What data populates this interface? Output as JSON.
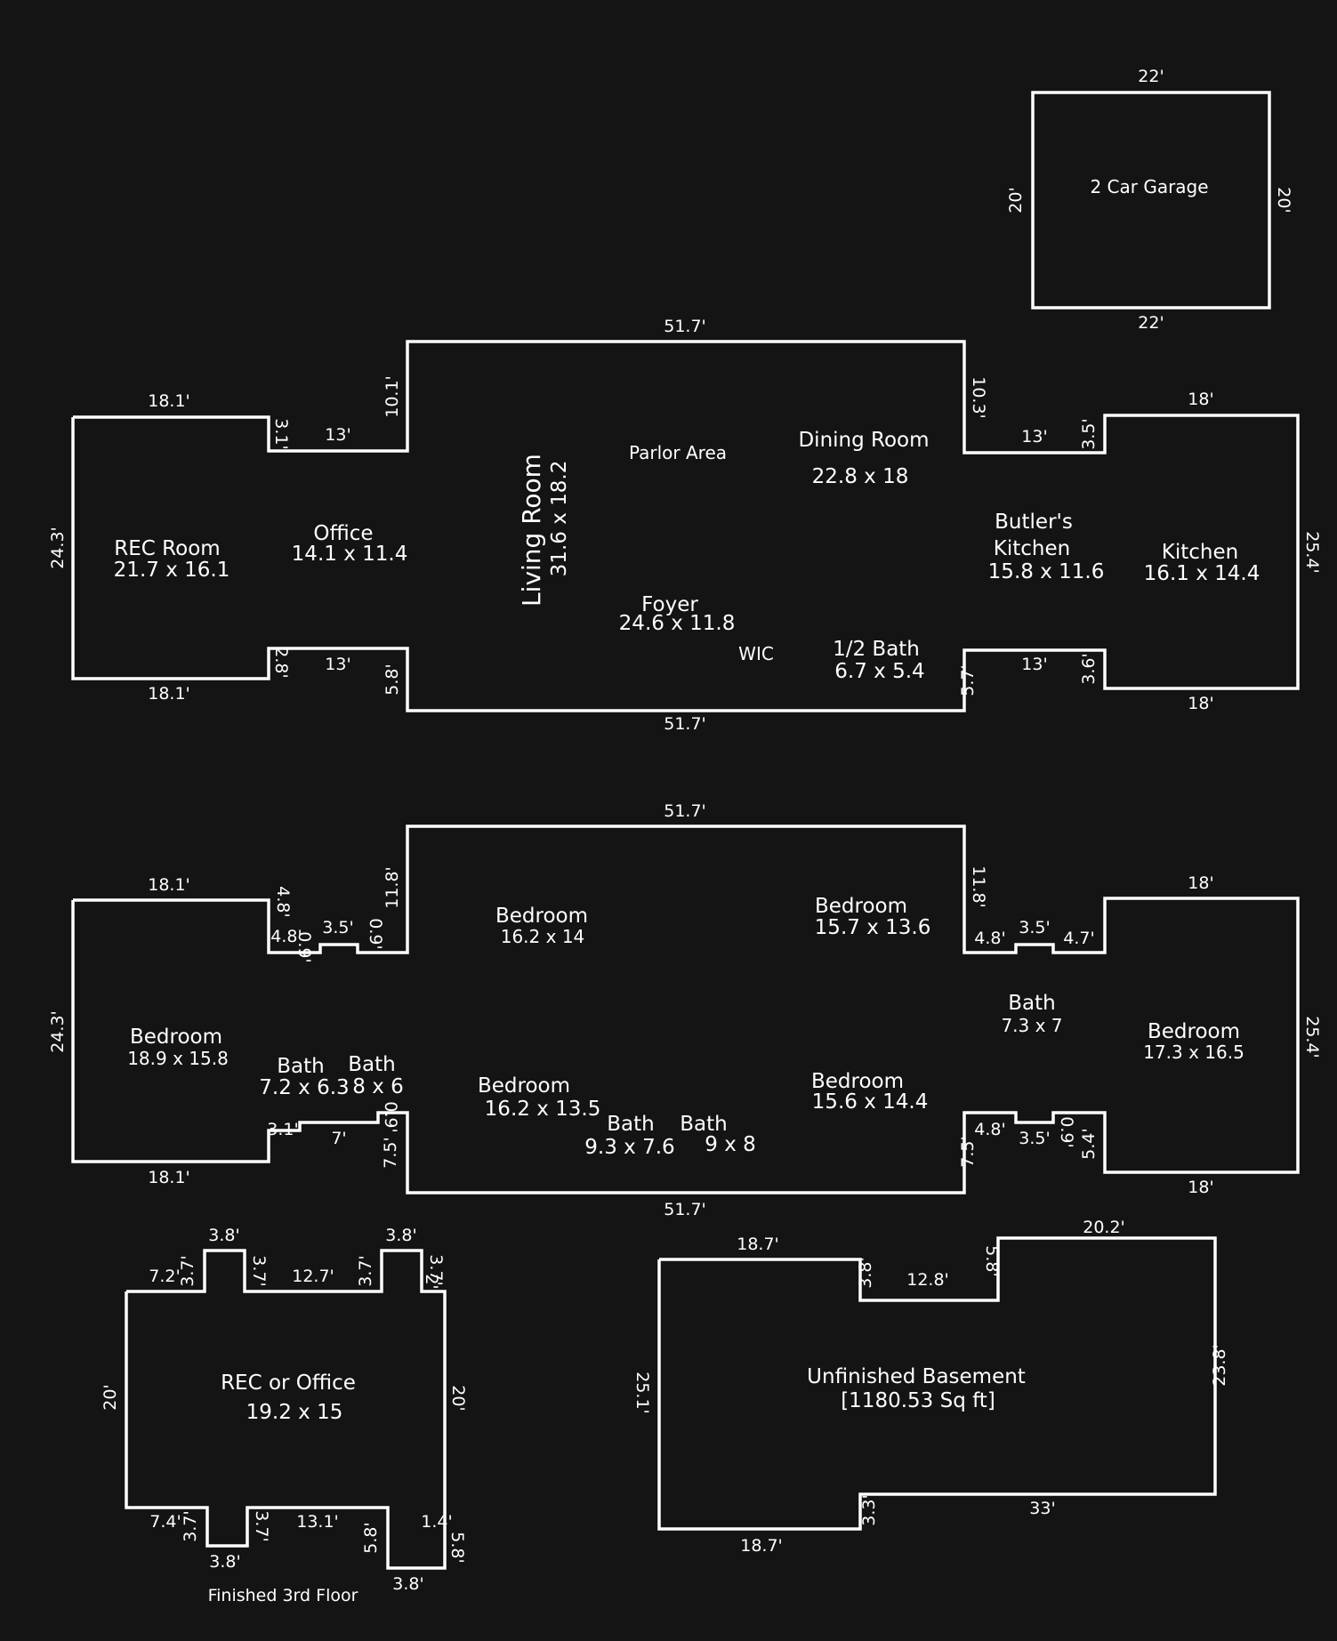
{
  "garage": {
    "name": "2 Car Garage",
    "dims": {
      "top": "22'",
      "bottom": "22'",
      "left": "20'",
      "right": "20'"
    }
  },
  "main_floor": {
    "rooms": {
      "rec": {
        "name": "REC Room",
        "size": "21.7 x 16.1"
      },
      "office": {
        "name": "Office",
        "size": "14.1 x 11.4"
      },
      "living": {
        "name": "Living Room",
        "size": "31.6 x 18.2"
      },
      "parlor": {
        "name": "Parlor Area"
      },
      "dining": {
        "name": "Dining Room",
        "size": "22.8 x 18"
      },
      "butler": {
        "name_line1": "Butler's",
        "name_line2": "Kitchen",
        "size": "15.8 x 11.6"
      },
      "kitchen": {
        "name": "Kitchen",
        "size": "16.1 x 14.4"
      },
      "foyer": {
        "name": "Foyer",
        "size": "24.6 x 11.8"
      },
      "wic": {
        "name": "WIC"
      },
      "half_bath": {
        "name": "1/2 Bath",
        "size": "6.7 x 5.4"
      }
    },
    "dims": {
      "top": "51.7'",
      "bottom": "51.7'",
      "left_top": "18.1'",
      "left_bottom": "18.1'",
      "left_side": "24.3'",
      "step_tl": "3.1'",
      "step_bl": "2.8'",
      "off_top": "13'",
      "off_bottom": "13'",
      "jog_tl": "10.1'",
      "jog_bl": "5.8'",
      "jog_tr": "10.3'",
      "jog_br": "5.7'",
      "bk_top": "13'",
      "bk_bottom": "13'",
      "step_tr": "3.5'",
      "step_br": "3.6'",
      "right_top": "18'",
      "right_bottom": "18'",
      "right_side": "25.4'"
    }
  },
  "second_floor": {
    "rooms": {
      "bed_left": {
        "name": "Bedroom",
        "size": "18.9 x 15.8"
      },
      "bath_a": {
        "name": "Bath",
        "size": "7.2 x 6.3"
      },
      "bath_b": {
        "name": "Bath",
        "size": "8 x 6"
      },
      "bed_tc": {
        "name": "Bedroom",
        "size": "16.2 x 14"
      },
      "bed_bc": {
        "name": "Bedroom",
        "size": "16.2 x 13.5"
      },
      "bath_c": {
        "name": "Bath",
        "size": "9.3 x 7.6"
      },
      "bath_d": {
        "name": "Bath",
        "size": "9 x 8"
      },
      "bed_tr": {
        "name": "Bedroom",
        "size": "15.7 x 13.6"
      },
      "bed_br": {
        "name": "Bedroom",
        "size": "15.6 x 14.4"
      },
      "bath_e": {
        "name": "Bath",
        "size": "7.3 x 7"
      },
      "bed_right": {
        "name": "Bedroom",
        "size": "17.3 x 16.5"
      }
    },
    "dims": {
      "top": "51.7'",
      "bottom": "51.7'",
      "left_top": "18.1'",
      "left_bottom": "18.1'",
      "left_side": "24.3'",
      "tl_a": "4.8'",
      "tl_b": "4.8'",
      "tl_c": "0.9'",
      "tl_d": "3.5'",
      "tl_e": "0.9'",
      "tl_f": "11.8'",
      "bl_a": "3.1'",
      "bl_b": "7'",
      "bl_c": "0.9'",
      "bl_d": "7.5'",
      "tr_a": "11.8'",
      "tr_b": "4.8'",
      "tr_c": "3.5'",
      "tr_d": "4.7'",
      "br_a": "4.8'",
      "br_b": "7.5'",
      "br_c": "3.5'",
      "br_d": "0.9'",
      "br_e": "5.4'",
      "right_top": "18'",
      "right_bottom": "18'",
      "right_side": "25.4'"
    }
  },
  "third_floor": {
    "caption": "Finished 3rd Floor",
    "room": {
      "name": "REC or Office",
      "size": "19.2 x 15"
    },
    "dims": {
      "left": "20'",
      "right": "20'",
      "t1": "7.2'",
      "t2": "3.7'",
      "t3": "3.8'",
      "t4": "3.7'",
      "t5": "12.7'",
      "t6": "3.7'",
      "t7": "3.8'",
      "t8": "3.7'",
      "t9": "2'",
      "b1": "7.4'",
      "b2": "3.7'",
      "b3": "3.8'",
      "b4": "3.7'",
      "b5": "13.1'",
      "b6": "5.8'",
      "b7": "3.8'",
      "b8": "1.4'",
      "b9": "5.8'"
    }
  },
  "basement": {
    "name": "Unfinished Basement",
    "area": "[1180.53 Sq ft]",
    "dims": {
      "top_left": "18.7'",
      "step_top": "3.8'",
      "mid_top": "12.8'",
      "step_top2": "5.8'",
      "top_right": "20.2'",
      "right": "23.8'",
      "bottom_right": "33'",
      "step_bottom": "3.3'",
      "bottom_left": "18.7'",
      "left": "25.1'"
    }
  }
}
